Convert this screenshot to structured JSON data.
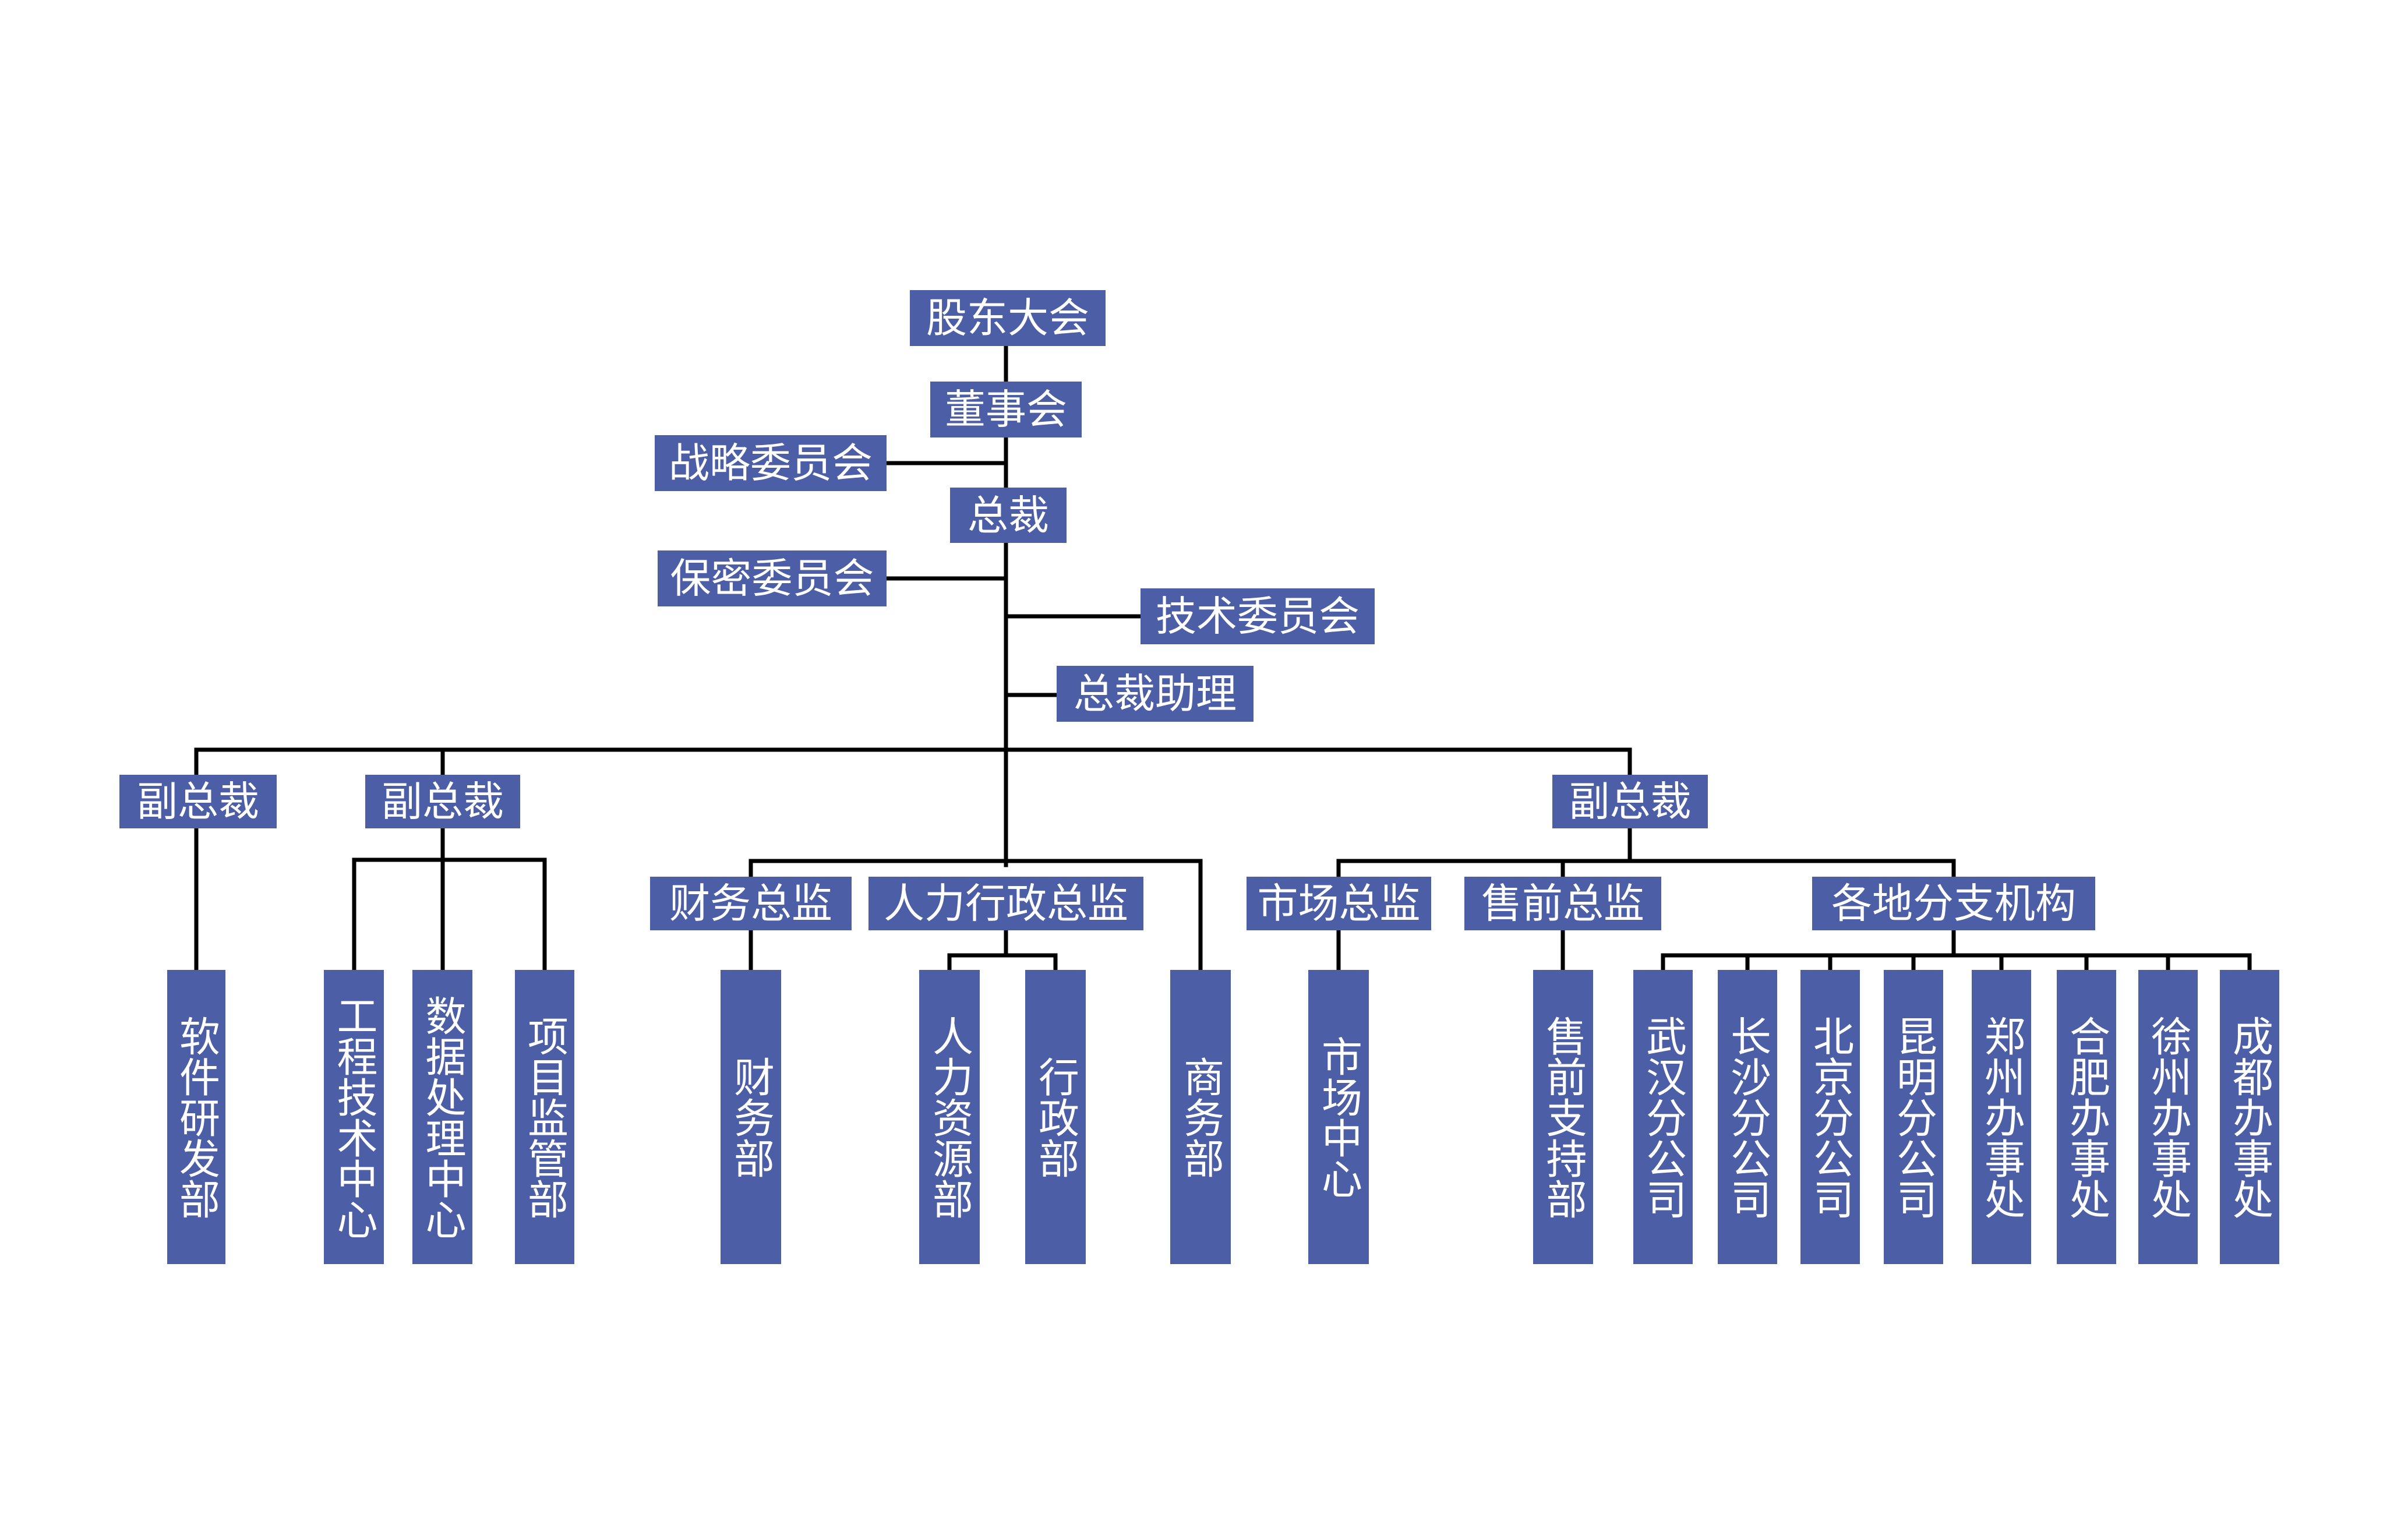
{
  "colors": {
    "box_fill": "#4b5ea6",
    "box_text": "#ffffff",
    "line": "#000000",
    "background": "#ffffff"
  },
  "nodes": {
    "shareholders": "股东大会",
    "board": "董事会",
    "strategy_committee": "战略委员会",
    "president": "总裁",
    "security_committee": "保密委员会",
    "tech_committee": "技术委员会",
    "president_assistant": "总裁助理",
    "vp1": "副总裁",
    "vp2": "副总裁",
    "vp3": "副总裁",
    "finance_director": "财务总监",
    "hr_admin_director": "人力行政总监",
    "marketing_director": "市场总监",
    "presales_director": "售前总监",
    "branches": "各地分支机构",
    "software_rd": "软件研发部",
    "engineering_center": "工程技术中心",
    "data_center": "数据处理中心",
    "project_supervision": "项目监管部",
    "finance_dept": "财务部",
    "hr_dept": "人力资源部",
    "admin_dept": "行政部",
    "business_dept": "商务部",
    "market_center": "市场中心",
    "presales_support": "售前支持部",
    "wuhan": "武汉分公司",
    "changsha": "长沙分公司",
    "beijing": "北京分公司",
    "kunming": "昆明分公司",
    "zhengzhou": "郑州办事处",
    "hefei": "合肥办事处",
    "xuzhou": "徐州办事处",
    "chengdu": "成都办事处"
  }
}
